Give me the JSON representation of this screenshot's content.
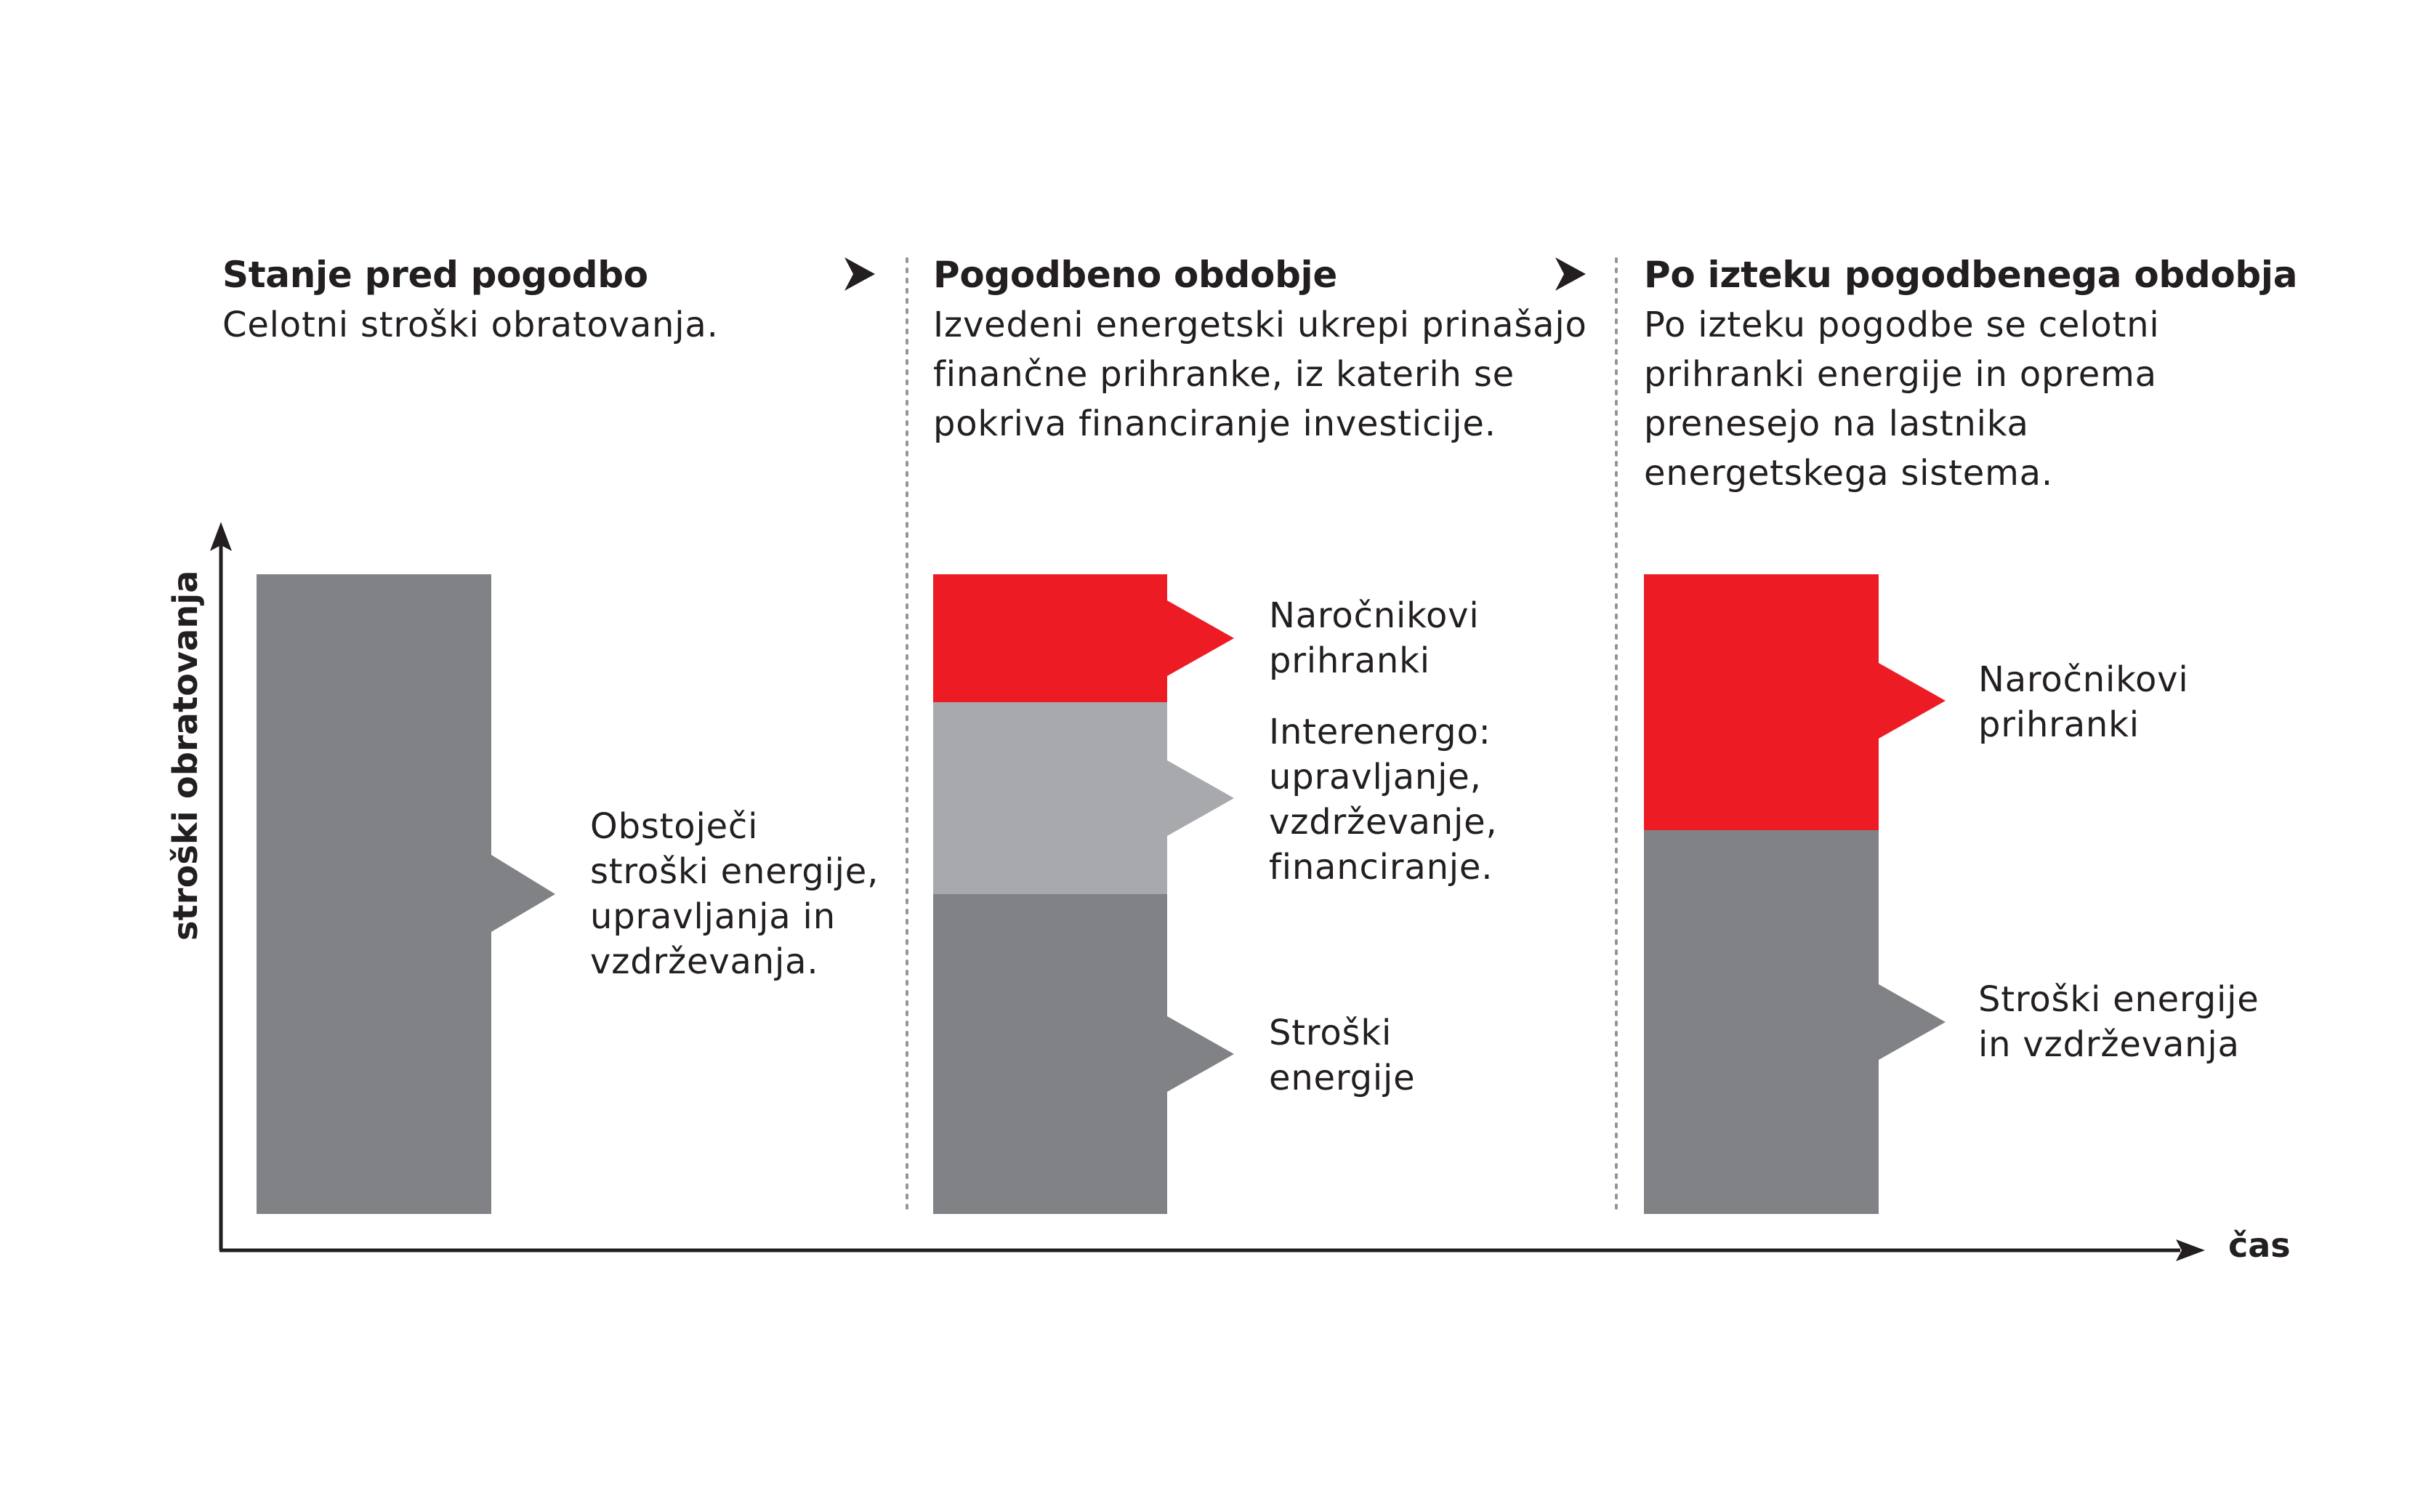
{
  "colors": {
    "dark_gray": "#808285",
    "light_gray": "#a7a9ac",
    "red": "#ed1c24",
    "text": "#231f20",
    "divider": "#939598"
  },
  "axes": {
    "y_label": "stroški obratovanja",
    "x_label": "čas"
  },
  "columns": [
    {
      "title": "Stanje pred pogodbo",
      "description": [
        "Celotni stroški obratovanja."
      ],
      "arrow_icon": "chevron-right-icon",
      "segments": [
        {
          "color": "dark_gray",
          "label": [
            "Obstoječi",
            "stroški energije,",
            "upravljanja in",
            "vzdrževanja."
          ]
        }
      ]
    },
    {
      "title": "Pogodbeno obdobje",
      "description": [
        "Izvedeni energetski ukrepi prinašajo",
        "finančne prihranke, iz katerih se",
        "pokriva financiranje investicije."
      ],
      "arrow_icon": "chevron-right-icon",
      "segments": [
        {
          "color": "red",
          "label": [
            "Naročnikovi",
            "prihranki"
          ]
        },
        {
          "color": "light_gray",
          "label": [
            "Interenergo:",
            "upravljanje,",
            "vzdrževanje,",
            "financiranje."
          ]
        },
        {
          "color": "dark_gray",
          "label": [
            "Stroški",
            "energije"
          ]
        }
      ]
    },
    {
      "title": "Po izteku pogodbenega obdobja",
      "description": [
        "Po izteku pogodbe se celotni",
        "prihranki energije in oprema",
        "prenesejo na lastnika",
        "energetskega sistema."
      ],
      "segments": [
        {
          "color": "red",
          "label": [
            "Naročnikovi",
            "prihranki"
          ]
        },
        {
          "color": "dark_gray",
          "label": [
            "Stroški energije",
            "in vzdrževanja"
          ]
        }
      ]
    }
  ]
}
